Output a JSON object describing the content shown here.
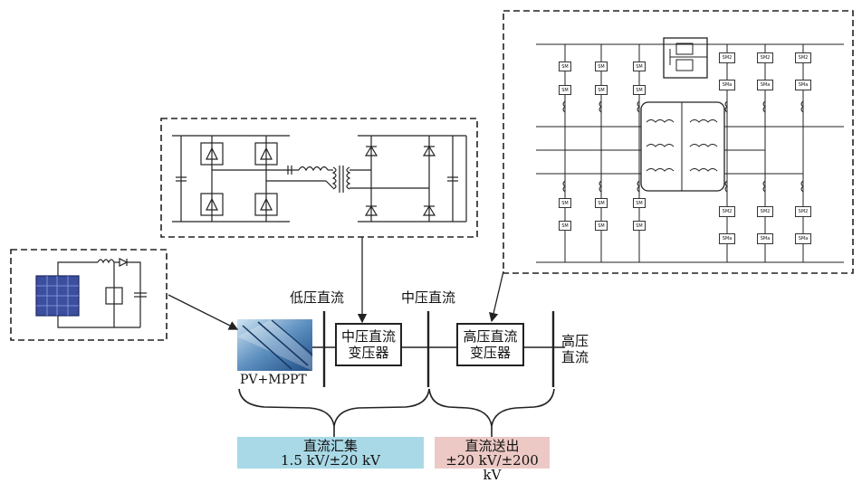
{
  "labels": {
    "lv_dc": "低压直流",
    "mv_dc": "中压直流",
    "hv_dc_line1": "高压",
    "hv_dc_line2": "直流",
    "pv_mppt": "PV+MPPT"
  },
  "blocks": {
    "mv_transformer_line1": "中压直流",
    "mv_transformer_line2": "变压器",
    "hv_transformer_line1": "高压直流",
    "hv_transformer_line2": "变压器"
  },
  "bands": {
    "collection_title": "直流汇集",
    "collection_range": "1.5 kV/±20 kV",
    "transmission_title": "直流送出",
    "transmission_range": "±20 kV/±200 kV"
  },
  "submodules": {
    "left_label": "SM",
    "right_label": "SM2",
    "right_alt_label": "SMa"
  },
  "colors": {
    "collection_band": "#a9d9e6",
    "transmission_band": "#ecc9c5",
    "line": "#222222"
  }
}
